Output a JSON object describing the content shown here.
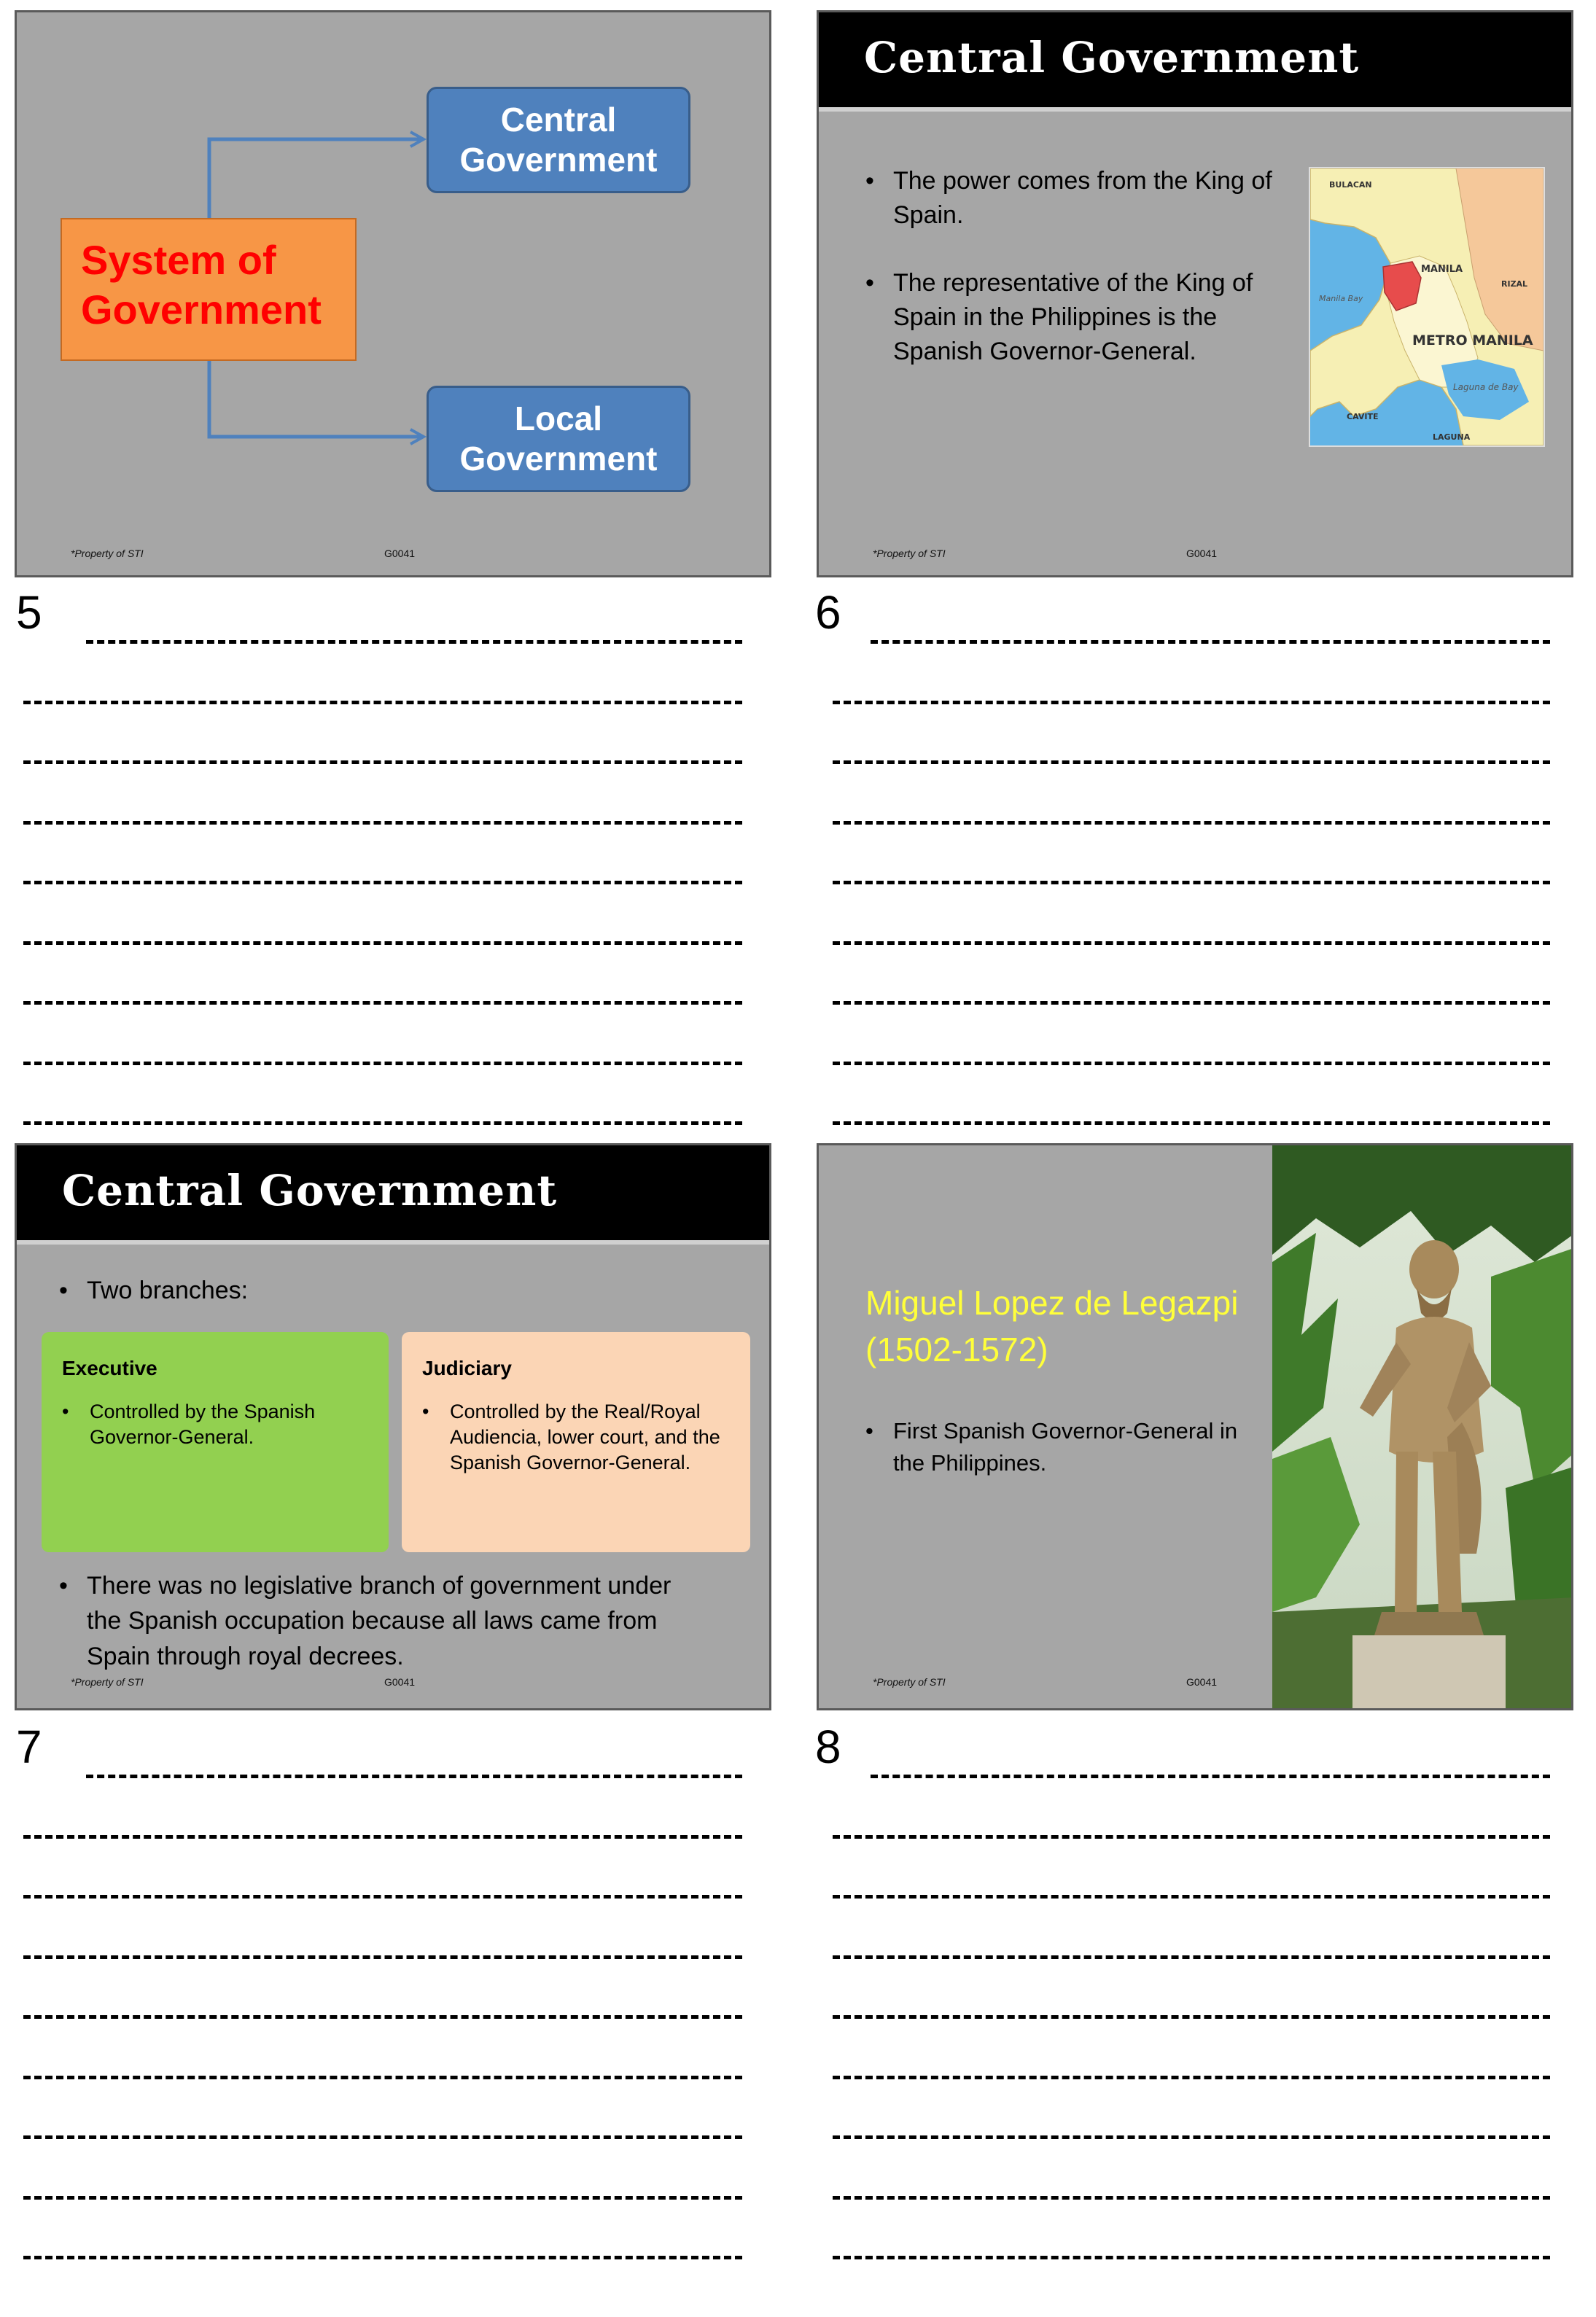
{
  "slides": [
    {
      "footer_property": "*Property of STI",
      "footer_code": "G0041",
      "system_label": "System of Government",
      "central_label": "Central Government",
      "local_label": "Local Government"
    },
    {
      "title": "Central Government",
      "bullets": [
        "The power comes from the King of Spain.",
        "The representative of the King of Spain in the Philippines is the Spanish Governor-General."
      ],
      "map_labels": {
        "bulacan": "BULACAN",
        "manila": "MANILA",
        "rizal": "RIZAL",
        "manila_bay": "Manila Bay",
        "metro_manila": "METRO MANILA",
        "laguna_de_bay": "Laguna de Bay",
        "cavite": "CAVITE",
        "laguna": "LAGUNA"
      },
      "footer_property": "*Property of STI",
      "footer_code": "G0041"
    },
    {
      "title": "Central Government",
      "intro_bullet": "Two branches:",
      "executive_heading": "Executive",
      "executive_bullet": "Controlled by the Spanish Governor-General.",
      "judiciary_heading": "Judiciary",
      "judiciary_bullet": "Controlled by the Real/Royal Audiencia, lower court, and the Spanish Governor-General.",
      "closing_bullet": "There was no legislative branch of government under the Spanish occupation because all laws came from Spain through royal decrees.",
      "footer_property": "*Property of STI",
      "footer_code": "G0041"
    },
    {
      "title": "Miguel Lopez de Legazpi (1502-1572)",
      "bullet": "First Spanish Governor-General in the Philippines.",
      "footer_property": "*Property of STI",
      "footer_code": "G0041"
    }
  ],
  "slide_numbers": [
    "5",
    "6",
    "7",
    "8"
  ],
  "colors": {
    "slide_bg": "#a6a6a6",
    "system_box": "#f79646",
    "system_text": "#ff0000",
    "gov_box": "#4f81bd",
    "executive_box": "#92d050",
    "judiciary_box": "#fbd5b5",
    "legazpi_title": "#ffff3a"
  }
}
